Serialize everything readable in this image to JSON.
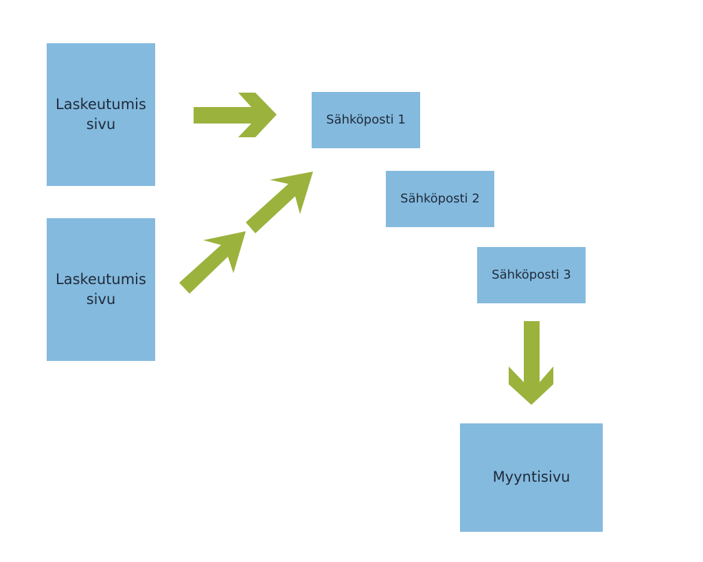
{
  "nodes": {
    "landing_page_1": "Laskeutumis\nsivu",
    "landing_page_2": "Laskeutumis\nsivu",
    "email_1": "Sähköposti 1",
    "email_2": "Sähköposti 2",
    "email_3": "Sähköposti 3",
    "sales_page": "Myyntisivu"
  },
  "colors": {
    "box_fill": "#84bade",
    "arrow_fill": "#9bb23d",
    "text": "#1f2a3a"
  }
}
